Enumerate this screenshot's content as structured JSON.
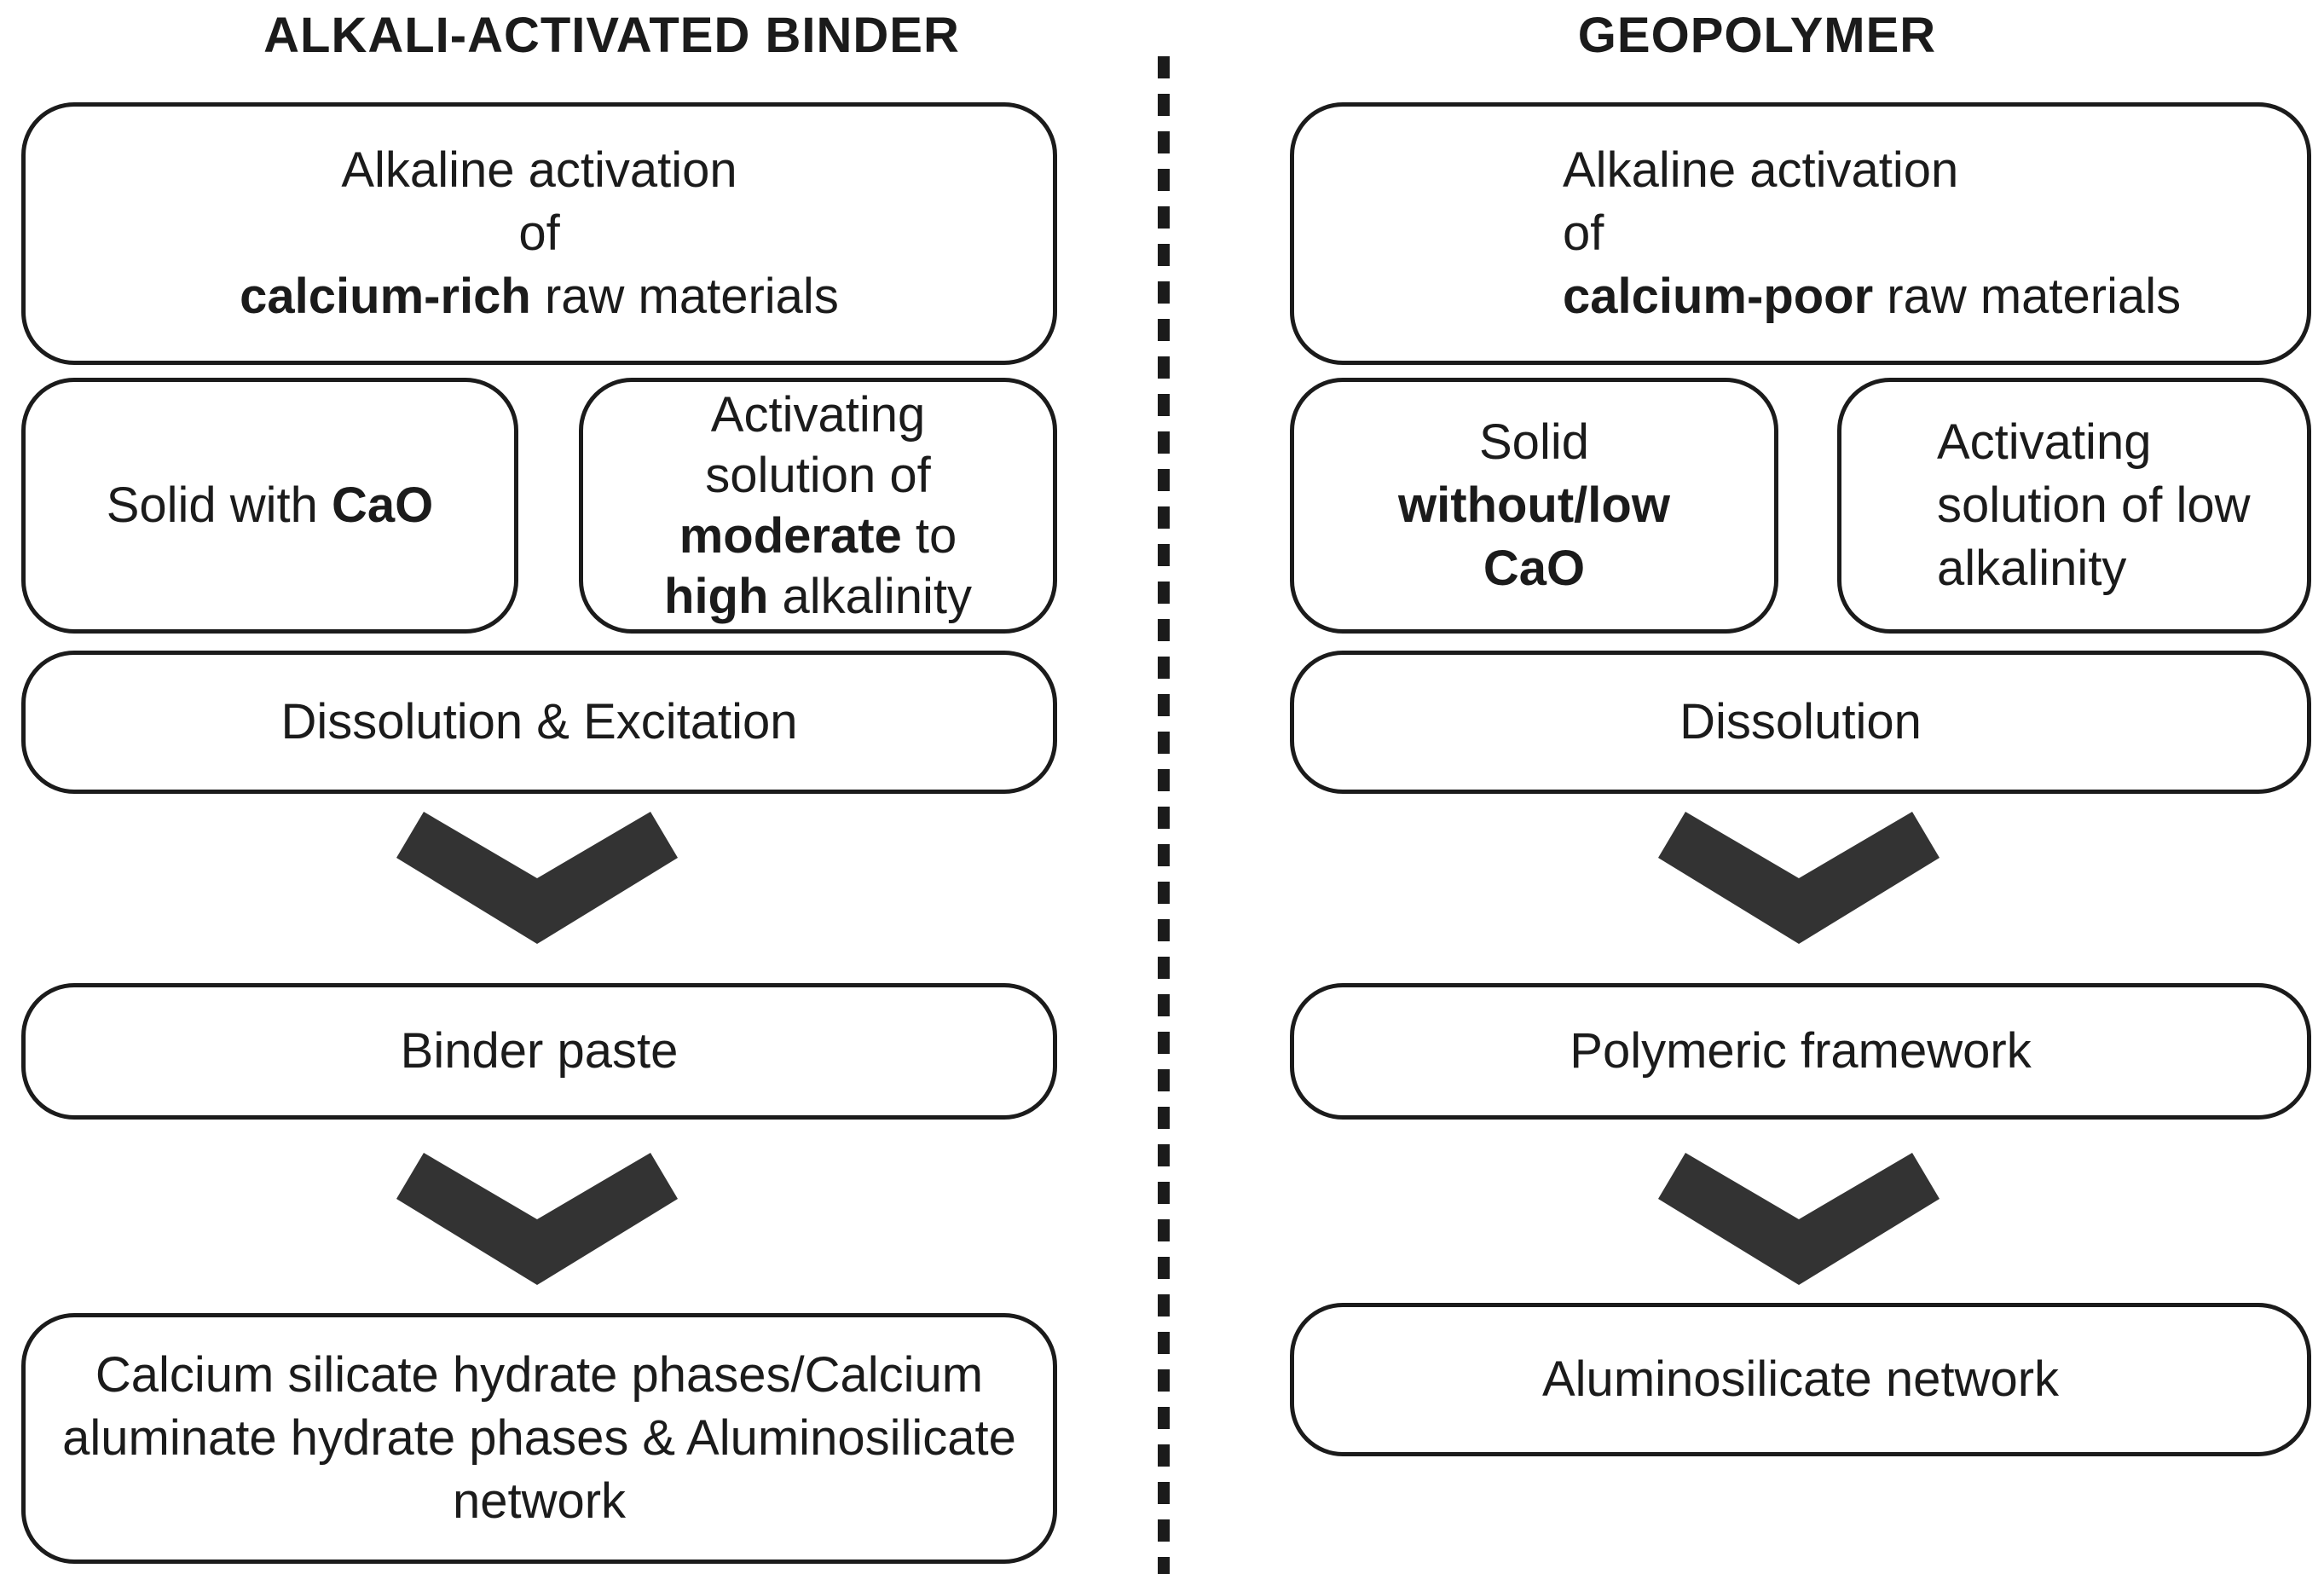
{
  "colors": {
    "ink": "#1b1b1b",
    "arrow": "#333333",
    "background": "#ffffff"
  },
  "left_column": {
    "title": "ALKALI-ACTIVATED BINDER",
    "raw_materials_box": {
      "line1": "Alkaline activation",
      "line2": "of",
      "line3_bold": "calcium-rich",
      "line3_rest": " raw materials"
    },
    "solid_box": {
      "pre": "Solid with ",
      "bold": "CaO"
    },
    "activating_solution_box": {
      "line1": "Activating",
      "line2": "solution of",
      "line3_bold": "moderate",
      "line3_rest": " to",
      "line4_bold": "high",
      "line4_rest": " alkalinity"
    },
    "process_box": "Dissolution & Excitation",
    "intermediate_box": "Binder paste",
    "product_box": "Calcium silicate hydrate phases/Calcium\naluminate hydrate phases & Aluminosilicate\nnetwork"
  },
  "right_column": {
    "title": "GEOPOLYMER",
    "raw_materials_box": {
      "line1": "Alkaline activation",
      "line2": "of",
      "line3_bold": "calcium-poor",
      "line3_rest": " raw materials"
    },
    "solid_box": {
      "line1": "Solid",
      "line2_bold": "without/low",
      "line3_bold": "CaO"
    },
    "activating_solution_box": {
      "line1": "Activating",
      "line2": "solution of low",
      "line3": "alkalinity"
    },
    "process_box": "Dissolution",
    "intermediate_box": "Polymeric framework",
    "product_box": "Aluminosilicate network"
  }
}
